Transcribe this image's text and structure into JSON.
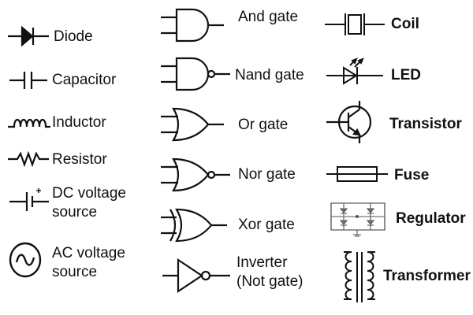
{
  "colors": {
    "ink": "#111111",
    "background": "#ffffff"
  },
  "columns": [
    {
      "items": [
        {
          "key": "diode",
          "icon": "diode-icon",
          "label": "Diode"
        },
        {
          "key": "capacitor",
          "icon": "capacitor-icon",
          "label": "Capacitor"
        },
        {
          "key": "inductor",
          "icon": "inductor-icon",
          "label": "Inductor"
        },
        {
          "key": "resistor",
          "icon": "resistor-icon",
          "label": "Resistor"
        },
        {
          "key": "dc_source",
          "icon": "dc-voltage-source-icon",
          "label_lines": [
            "DC voltage",
            "source"
          ]
        },
        {
          "key": "ac_source",
          "icon": "ac-voltage-source-icon",
          "label_lines": [
            "AC voltage",
            "source"
          ]
        }
      ]
    },
    {
      "items": [
        {
          "key": "and_gate",
          "icon": "and-gate-icon",
          "label": "And gate"
        },
        {
          "key": "nand_gate",
          "icon": "nand-gate-icon",
          "label": "Nand gate"
        },
        {
          "key": "or_gate",
          "icon": "or-gate-icon",
          "label": "Or gate"
        },
        {
          "key": "nor_gate",
          "icon": "nor-gate-icon",
          "label": "Nor gate"
        },
        {
          "key": "xor_gate",
          "icon": "xor-gate-icon",
          "label": "Xor gate"
        },
        {
          "key": "inverter",
          "icon": "inverter-icon",
          "label_lines": [
            "Inverter",
            "(Not gate)"
          ]
        }
      ]
    },
    {
      "items": [
        {
          "key": "coil",
          "icon": "coil-icon",
          "label": "Coil"
        },
        {
          "key": "led",
          "icon": "led-icon",
          "label": "LED"
        },
        {
          "key": "transistor",
          "icon": "transistor-icon",
          "label": "Transistor"
        },
        {
          "key": "fuse",
          "icon": "fuse-icon",
          "label": "Fuse"
        },
        {
          "key": "regulator",
          "icon": "regulator-icon",
          "label": "Regulator"
        },
        {
          "key": "transformer",
          "icon": "transformer-icon",
          "label": "Transformer"
        }
      ]
    }
  ]
}
